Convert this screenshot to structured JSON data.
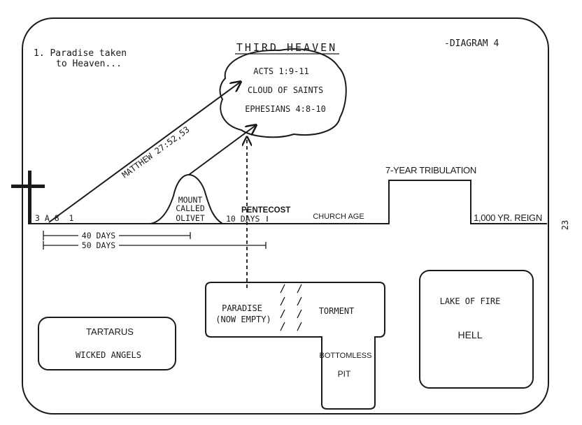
{
  "page_number": "23",
  "diagram_label": "-DIAGRAM 4",
  "heaven": {
    "title": "THIRD HEAVEN",
    "cloud_lines": [
      "ACTS 1:9-11",
      "CLOUD OF SAINTS",
      "EPHESIANS 4:8-10"
    ]
  },
  "note": {
    "line1": "1.  Paradise taken",
    "line2": "to Heaven..."
  },
  "arrow_label": "MATTHEW 27:52,53",
  "mount": {
    "line1": "MOUNT",
    "line2": "CALLED",
    "line3": "OLIVET"
  },
  "timeline": {
    "start_marks": "3 A 8  1",
    "days_40": "40 DAYS",
    "days_50": "50 DAYS",
    "ten_days": "10 DAYS",
    "pentecost": "PENTECOST",
    "church_age": "CHURCH AGE",
    "tribulation": "7-YEAR TRIBULATION",
    "reign": "1,000 YR. REIGN"
  },
  "boxes": {
    "tartarus_title": "TARTARUS",
    "tartarus_sub": "WICKED ANGELS",
    "paradise_line1": "PARADISE",
    "paradise_line2": "(NOW EMPTY)",
    "torment": "TORMENT",
    "bottomless_line1": "BOTTOMLESS",
    "bottomless_line2": "PIT",
    "lake": "LAKE OF FIRE",
    "hell": "HELL"
  }
}
